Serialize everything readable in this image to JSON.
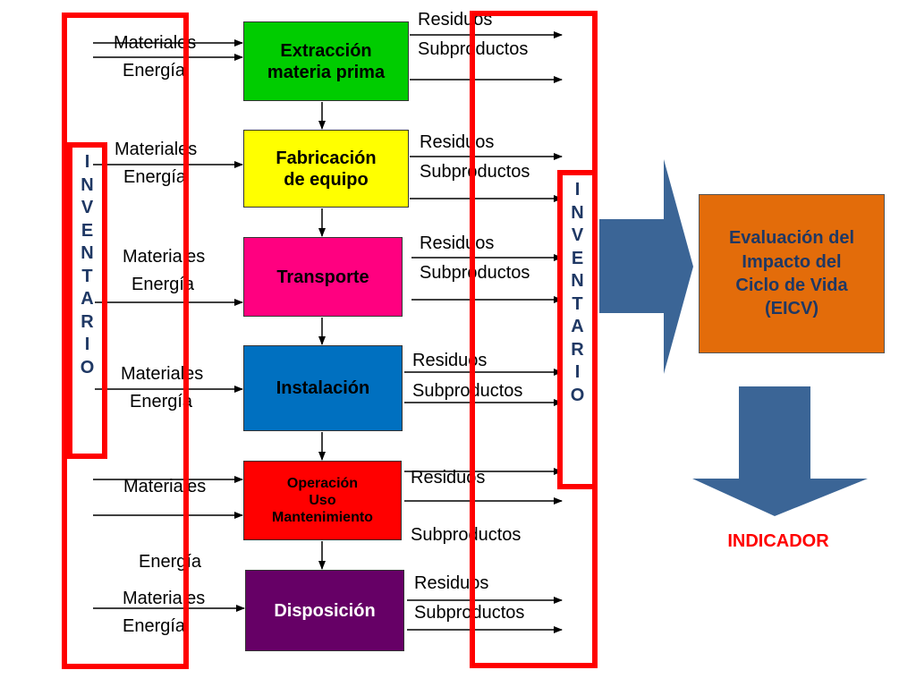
{
  "stages": [
    {
      "label": "Extracción\nmateria prima",
      "color": "#00cc00",
      "text_color": "#000000",
      "inputs": [
        "Materiales",
        "Energía"
      ],
      "outputs": [
        "Residuos",
        "Subproductos"
      ]
    },
    {
      "label": "Fabricación\nde equipo",
      "color": "#ffff00",
      "text_color": "#000000",
      "inputs": [
        "Materiales",
        "Energía"
      ],
      "outputs": [
        "Residuos",
        "Subproductos"
      ]
    },
    {
      "label": "Transporte",
      "color": "#ff0080",
      "text_color": "#000000",
      "inputs": [
        "Materiales",
        "Energía"
      ],
      "outputs": [
        "Residuos",
        "Subproductos"
      ]
    },
    {
      "label": "Instalación",
      "color": "#0070c0",
      "text_color": "#000000",
      "inputs": [
        "Materiales",
        "Energía"
      ],
      "outputs": [
        "Residuos",
        "Subproductos"
      ]
    },
    {
      "label": "Operación\nUso\nMantenimiento",
      "color": "#ff0000",
      "text_color": "#000000",
      "inputs": [
        "Materiales",
        "Energía"
      ],
      "outputs": [
        "Residuos",
        "Subproductos"
      ]
    },
    {
      "label": "Disposición",
      "color": "#660066",
      "text_color": "#ffffff",
      "inputs": [
        "Materiales",
        "Energía"
      ],
      "outputs": [
        "Residuos",
        "Subproductos"
      ]
    }
  ],
  "inventory_word": "INVENTARIO",
  "assessment": {
    "label": "Evaluación del\nImpacto del\nCiclo de Vida\n(EICV)",
    "color": "#e36c0a",
    "text_color": "#1f3864"
  },
  "indicator": "INDICADOR",
  "colors": {
    "frame": "#ff0000",
    "big_arrow": "#3b6596",
    "inventory_text": "#1f3864",
    "indicator_text": "#ff0000"
  }
}
